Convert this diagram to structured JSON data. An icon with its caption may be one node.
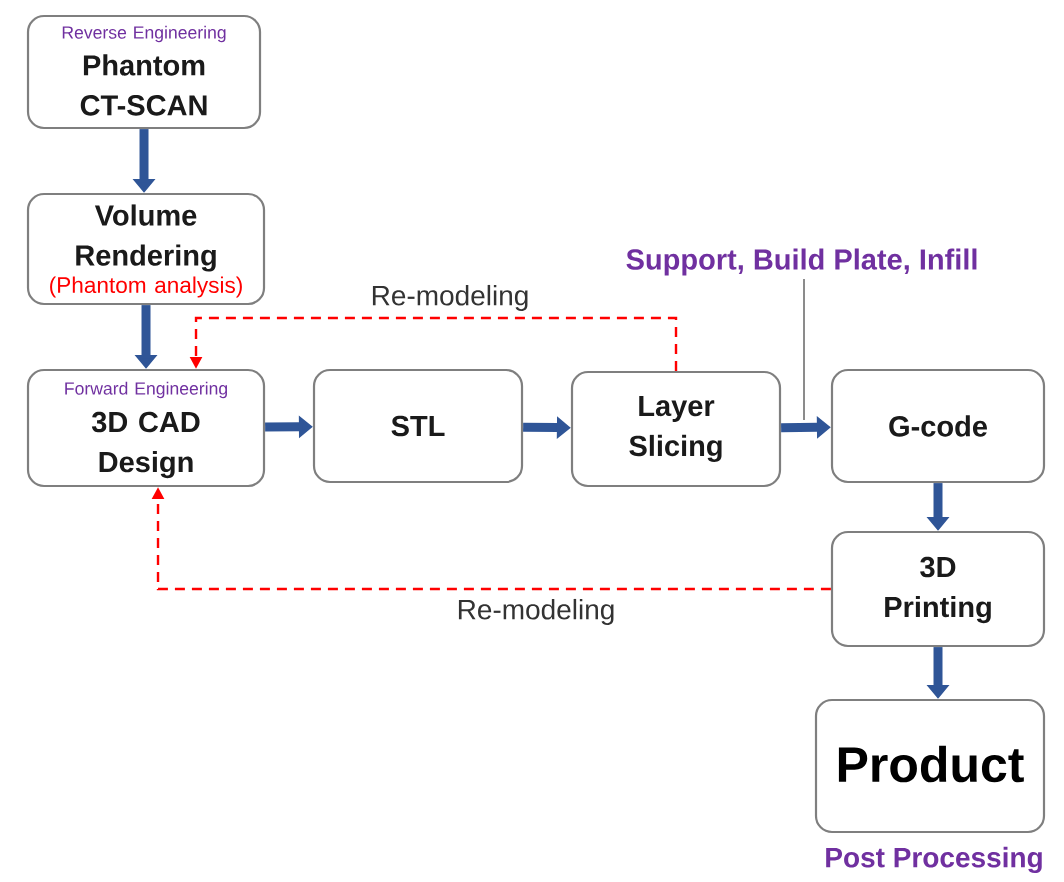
{
  "diagram": {
    "nodes": [
      {
        "text": [
          "Reverse Engineering",
          "Phantom CT-SCAN"
        ]
      },
      {
        "text": [
          "Volume Rendering",
          "(Phantom analysis)"
        ]
      },
      {
        "text": [
          "Forward Engineering",
          "3D CAD Design"
        ]
      },
      {
        "text": [
          "STL"
        ]
      },
      {
        "text": [
          "Layer Slicing"
        ]
      },
      {
        "text": [
          "G-code"
        ]
      },
      {
        "text": [
          "3D Printing"
        ]
      },
      {
        "text": [
          "Product"
        ],
        "beside": [
          "Post Processing"
        ]
      },
      {
        "text": [
          "Support, Build Plate, Infill"
        ]
      }
    ],
    "edges": [
      {
        "from": 0,
        "to": 1,
        "arrow": "to"
      },
      {
        "from": 1,
        "to": 2,
        "arrow": "to"
      },
      {
        "from": 2,
        "to": 3,
        "arrow": "to"
      },
      {
        "from": 3,
        "to": 4,
        "arrow": "to"
      },
      {
        "from": 4,
        "to": 5,
        "arrow": "to"
      },
      {
        "from": 5,
        "to": 6,
        "arrow": "to"
      },
      {
        "from": 6,
        "to": 7,
        "arrow": "to"
      },
      {
        "from": 4,
        "to": 2,
        "arrow": "to",
        "style": "dashed",
        "color": "#ff0000",
        "label": "Re-modeling"
      },
      {
        "from": 6,
        "to": 2,
        "arrow": "to",
        "style": "dashed",
        "color": "#ff0000",
        "label": "Re-modeling"
      },
      {
        "from": 8,
        "to": null,
        "arrow": "none",
        "color": "#7f7f7f"
      }
    ]
  }
}
